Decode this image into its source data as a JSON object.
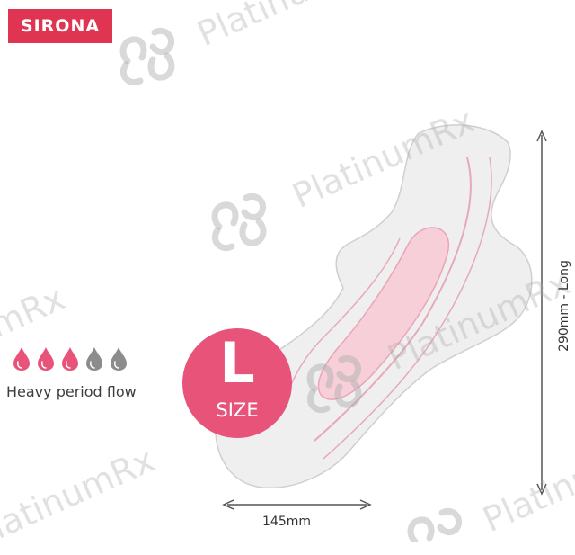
{
  "brand": {
    "name": "SIRONA"
  },
  "flow": {
    "level": 3,
    "total": 5,
    "label": "Heavy period flow"
  },
  "size": {
    "letter": "L",
    "word": "SIZE"
  },
  "dimensions": {
    "width": "145mm",
    "length": "290mm - Long"
  },
  "watermark": {
    "text": "PlatinumRx"
  },
  "colors": {
    "brand": "#e03552",
    "badge": "#e8537a",
    "drop_active": "#e8537a",
    "drop_inactive": "#8c8c8c",
    "pad_core": "#f6cfd9"
  }
}
